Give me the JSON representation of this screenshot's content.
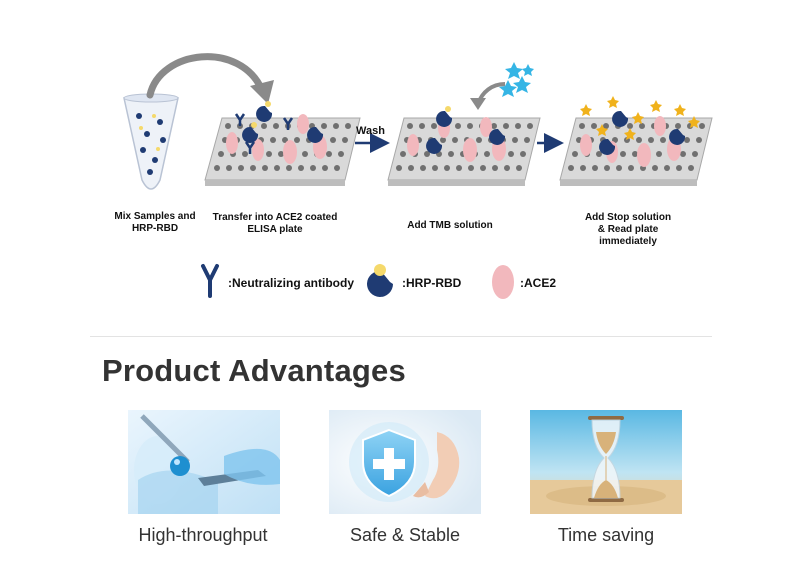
{
  "workflow": {
    "steps": [
      {
        "caption": "Mix Samples and\nHRP-RBD"
      },
      {
        "caption": "Transfer into ACE2 coated\nELISA plate"
      },
      {
        "caption": "Add TMB solution"
      },
      {
        "caption": "Add Stop solution\n& Read plate\nimmediately"
      }
    ],
    "wash_label": "Wash",
    "legend": [
      {
        "label": ":Neutralizing antibody",
        "icon": "antibody-icon"
      },
      {
        "label": ":HRP-RBD",
        "icon": "hrp-rbd-icon"
      },
      {
        "label": ":ACE2",
        "icon": "ace2-icon"
      }
    ],
    "colors": {
      "navy": "#1f3b73",
      "pink": "#f2b8bd",
      "yellow": "#f5d96b",
      "plate": "#d9d9d9",
      "well": "#707070",
      "arrow": "#8a8a8a",
      "star_cyan": "#35b5e5",
      "star_gold": "#f0b21c"
    }
  },
  "advantages": {
    "title": "Product Advantages",
    "items": [
      {
        "label": "High-throughput",
        "image": "lab-pipette-image"
      },
      {
        "label": "Safe & Stable",
        "image": "shield-cross-image"
      },
      {
        "label": "Time saving",
        "image": "hourglass-image"
      }
    ]
  }
}
